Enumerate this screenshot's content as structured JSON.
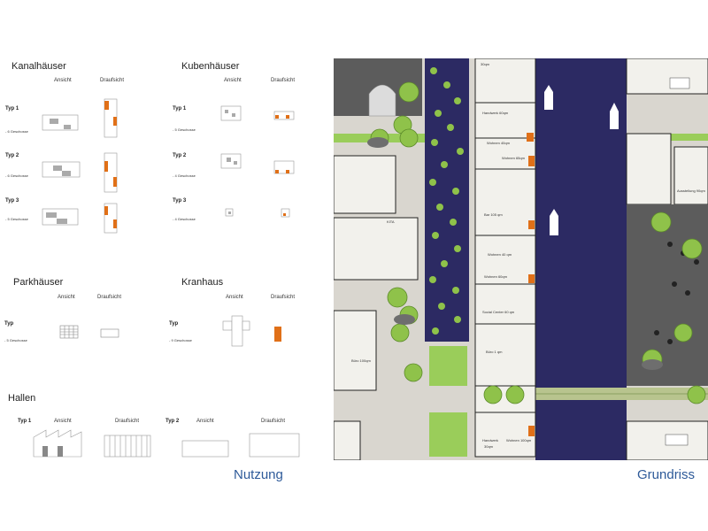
{
  "colors": {
    "accent_orange": "#e07018",
    "water": "#2c2a63",
    "grass": "#9acd5a",
    "paving": "#d9d6cf",
    "asphalt": "#555555",
    "footer_text": "#2e5a99"
  },
  "nutzung": {
    "footer": "Nutzung",
    "kanal": {
      "title": "Kanalhäuser",
      "col_ansicht": "Ansicht",
      "col_draufsicht": "Draufsicht",
      "types": [
        {
          "typ": "Typ 1",
          "geschosse": "- 6 Geschosse"
        },
        {
          "typ": "Typ 2",
          "geschosse": "- 6 Geschosse"
        },
        {
          "typ": "Typ 3",
          "geschosse": "- 5 Geschosse"
        }
      ]
    },
    "kuben": {
      "title": "Kubenhäuser",
      "col_ansicht": "Ansicht",
      "col_draufsicht": "Draufsicht",
      "types": [
        {
          "typ": "Typ 1",
          "geschosse": "- 5 Geschosse"
        },
        {
          "typ": "Typ 2",
          "geschosse": "- 4 Geschosse"
        },
        {
          "typ": "Typ 3",
          "geschosse": "- 4 Geschosse"
        }
      ]
    },
    "park": {
      "title": "Parkhäuser",
      "col_ansicht": "Ansicht",
      "col_draufsicht": "Draufsicht",
      "typ": "Typ",
      "geschosse": "- 5 Geschosse"
    },
    "kran": {
      "title": "Kranhaus",
      "col_ansicht": "Ansicht",
      "col_draufsicht": "Draufsicht",
      "typ": "Typ",
      "geschosse": "- 9 Geschosse"
    },
    "hallen": {
      "title": "Hallen",
      "typ1": "Typ 1",
      "typ2": "Typ 2",
      "col_ansicht": "Ansicht",
      "col_draufsicht": "Draufsicht",
      "col_ansicht2": "Ansicht",
      "col_draufsicht2": "Draufsicht"
    }
  },
  "grundriss": {
    "footer": "Grundriss",
    "labels": {
      "l30qm": "30qm",
      "lhandwerk1": "Handwerk 60qm",
      "lwohnen1": "Wohnen 40qm",
      "lwohnen2": "Wohnen 65qm",
      "lbar": "Bar 105 qm",
      "lwohnen3": "Wohnen 40 qm",
      "lwohnen4": "Wohnen 60qm",
      "lsocial": "Social Center 60 qm",
      "lbuero1": "Büro 1 qm",
      "lbuero2": "Büro 100qm",
      "lkita": "KITA",
      "lausstellung": "Ausstellung 90qm",
      "lhandwerk2": "Handwerk",
      "lhandwerk2b": "30qm",
      "lwohnen5": "Wohnen 100qm",
      "lbar2": "Wohnen 100qm"
    }
  }
}
